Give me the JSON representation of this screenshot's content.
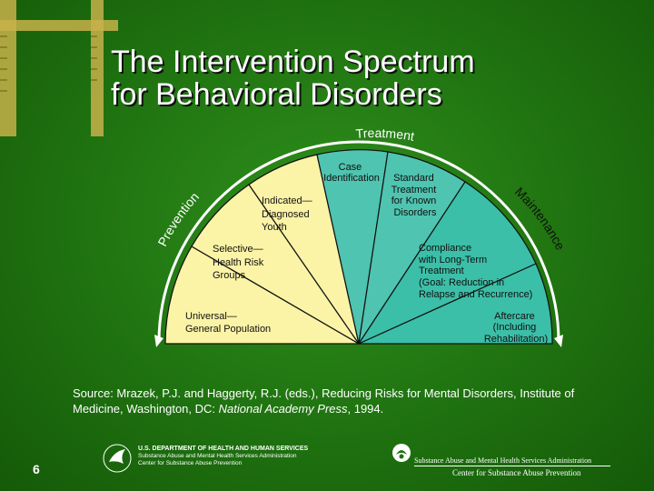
{
  "title": {
    "line1": "The Intervention Spectrum",
    "line2": "for Behavioral Disorders"
  },
  "arcs": {
    "treatment": "Treatment",
    "prevention": "Prevention",
    "maintenance": "Maintenance"
  },
  "segments": {
    "universal": [
      "Universal—",
      "General Population"
    ],
    "selective": [
      "Selective—",
      "Health Risk",
      "Groups"
    ],
    "indicated": [
      "Indicated—",
      "Diagnosed",
      "Youth"
    ],
    "case_id": [
      "Case",
      "Identification"
    ],
    "standard": [
      "Standard",
      "Treatment",
      "for Known",
      "Disorders"
    ],
    "compliance": [
      "Compliance",
      "with Long-Term",
      "Treatment",
      "(Goal: Reduction in",
      "Relapse and Recurrence)"
    ],
    "aftercare": [
      "Aftercare",
      "(Including",
      "Rehabilitation)"
    ]
  },
  "source": {
    "prefix": "Source:  Mrazek, P.J. and Haggerty, R.J. (eds.), Reducing Risks for Mental Disorders, Institute of Medicine, Washington, DC:  ",
    "publisher": "National Academy Press",
    "suffix": ", 1994."
  },
  "page_number": "6",
  "footer": {
    "hhs": [
      "U.S. DEPARTMENT OF HEALTH AND HUMAN SERVICES",
      "Substance Abuse and Mental Health Services Administration",
      "Center for Substance Abuse Prevention"
    ],
    "samhsa_line1": "Substance Abuse and Mental Health Services Administration",
    "samhsa_line2": "Center for Substance Abuse Prevention"
  },
  "colors": {
    "background": "#1f7210",
    "prevention_fill": "#fbf3a6",
    "treatment_fill": "#4fc4b0",
    "maintenance_fill": "#3bbfa8",
    "arc_text": "#ffffff"
  }
}
